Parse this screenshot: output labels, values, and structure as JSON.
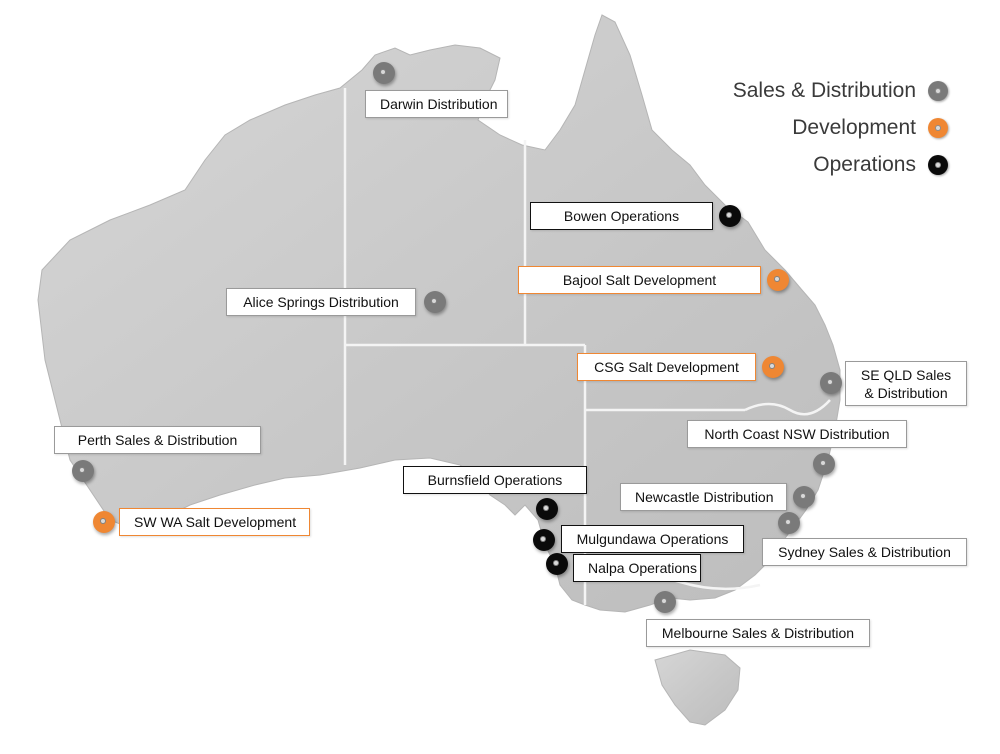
{
  "colors": {
    "sales_distribution": "#7a7a7a",
    "development": "#ef8733",
    "operations": "#0a0a0a",
    "land": "#c9c9c9",
    "border_lines": "#f5f5f5"
  },
  "legend": {
    "sales_distribution": "Sales & Distribution",
    "development": "Development",
    "operations": "Operations"
  },
  "locations": {
    "darwin": {
      "label": "Darwin Distribution",
      "category": "sales_distribution"
    },
    "alice_springs": {
      "label": "Alice Springs Distribution",
      "category": "sales_distribution"
    },
    "perth": {
      "label": "Perth Sales & Distribution",
      "category": "sales_distribution"
    },
    "sw_wa": {
      "label": "SW WA Salt Development",
      "category": "development"
    },
    "bowen": {
      "label": "Bowen Operations",
      "category": "operations"
    },
    "bajool": {
      "label": "Bajool Salt Development",
      "category": "development"
    },
    "csg": {
      "label": "CSG Salt Development",
      "category": "development"
    },
    "se_qld": {
      "label_line1": "SE QLD Sales",
      "label_line2": "& Distribution",
      "category": "sales_distribution"
    },
    "north_coast_nsw": {
      "label": "North Coast NSW Distribution",
      "category": "sales_distribution"
    },
    "newcastle": {
      "label": "Newcastle Distribution",
      "category": "sales_distribution"
    },
    "sydney": {
      "label": "Sydney Sales & Distribution",
      "category": "sales_distribution"
    },
    "burnsfield": {
      "label": "Burnsfield Operations",
      "category": "operations"
    },
    "mulgundawa": {
      "label": "Mulgundawa Operations",
      "category": "operations"
    },
    "nalpa": {
      "label": "Nalpa Operations",
      "category": "operations"
    },
    "melbourne": {
      "label": "Melbourne Sales & Distribution",
      "category": "sales_distribution"
    }
  }
}
